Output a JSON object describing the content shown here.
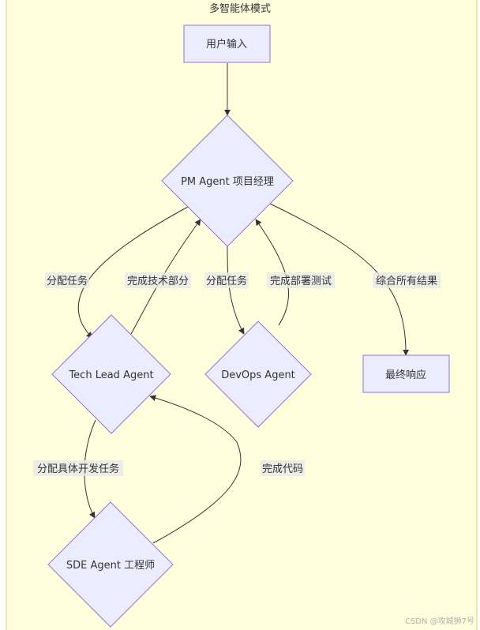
{
  "colors": {
    "cluster_fill": "#ffffde",
    "cluster_stroke": "#d6d67c",
    "node_fill": "#ececff",
    "node_stroke": "#9370db",
    "edge": "#333333",
    "label_bg": "#e8e8e8"
  },
  "diagram": {
    "title": "多智能体模式",
    "nodes": {
      "user_input": "用户输入",
      "pm_agent": "PM Agent 项目经理",
      "tech_lead": "Tech Lead Agent",
      "devops": "DevOps Agent",
      "final_response": "最终响应",
      "sde": "SDE Agent 工程师"
    },
    "edges": {
      "pm_to_tech": "分配任务",
      "tech_to_pm": "完成技术部分",
      "pm_to_devops": "分配任务",
      "devops_to_pm": "完成部署测试",
      "pm_to_final": "综合所有结果",
      "tech_to_sde": "分配具体开发任务",
      "sde_to_tech": "完成代码"
    }
  },
  "watermark": "CSDN @攻城狮7号"
}
